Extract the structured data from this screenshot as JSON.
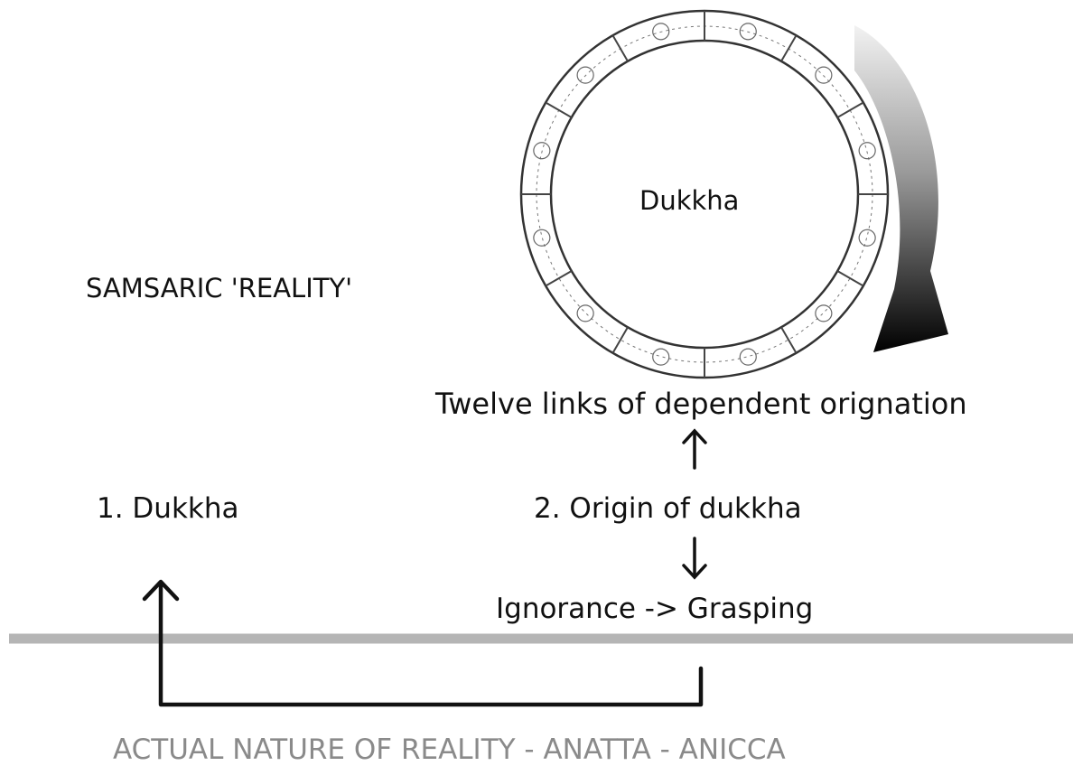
{
  "labels": {
    "samsaric_reality": "SAMSARIC 'REALITY'",
    "wheel_center": "Dukkha",
    "twelve_links": "Twelve links of dependent orignation",
    "truth_one": "1. Dukkha",
    "truth_two": "2. Origin of dukkha",
    "ignorance_grasping": "Ignorance -> Grasping",
    "actual_nature": "ACTUAL NATURE OF REALITY - ANATTA - ANICCA"
  },
  "colors": {
    "ink": "#111111",
    "divider": "#b5b5b5",
    "footer_text": "#8a8a8a",
    "rotation_arrow_start": "#eeeeee",
    "rotation_arrow_end": "#000000"
  },
  "icons": {
    "wheel": "wheel-of-life-icon",
    "rotation": "clockwise-arrow-icon"
  }
}
